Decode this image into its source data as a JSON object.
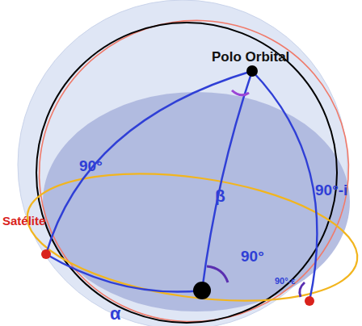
{
  "diagram": {
    "labels": [
      "Polo Orbital",
      "Satélite",
      "90°",
      "β",
      "90°",
      "90°-i",
      "90°-ε",
      "α"
    ]
  }
}
